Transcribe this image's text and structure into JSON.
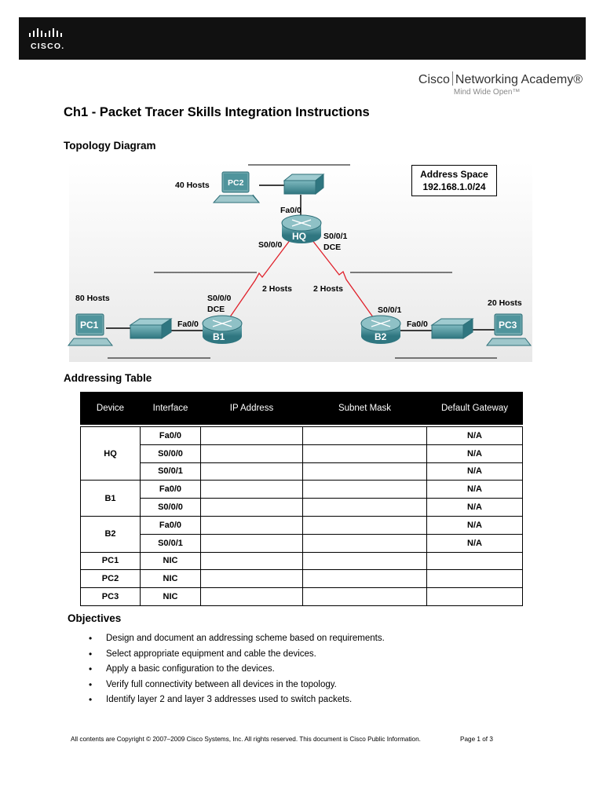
{
  "header": {
    "brand_word": "CISCO.",
    "academy_name_left": "Cisco",
    "academy_name_right": "Networking Academy®",
    "academy_tagline": "Mind Wide Open™"
  },
  "title": "Ch1 - Packet Tracer Skills Integration Instructions",
  "topology": {
    "heading": "Topology Diagram",
    "address_space_label": "Address Space",
    "address_space_value": "192.168.1.0/24",
    "labels": {
      "hosts_pc2": "40 Hosts",
      "hosts_pc1": "80 Hosts",
      "hosts_pc3": "20 Hosts",
      "hosts_link_left": "2 Hosts",
      "hosts_link_right": "2 Hosts",
      "pc1": "PC1",
      "pc2": "PC2",
      "pc3": "PC3",
      "hq": "HQ",
      "b1": "B1",
      "b2": "B2",
      "hq_fa": "Fa0/0",
      "hq_s000": "S0/0/0",
      "hq_s001": "S0/0/1",
      "hq_dce": "DCE",
      "b1_s000": "S0/0/0",
      "b1_dce": "DCE",
      "b1_fa": "Fa0/0",
      "b2_s001": "S0/0/1",
      "b2_fa": "Fa0/0"
    },
    "colors": {
      "serial_link": "#e0202a",
      "device_teal": "#3f8a93"
    }
  },
  "addressing": {
    "heading": "Addressing Table",
    "columns": [
      "Device",
      "Interface",
      "IP Address",
      "Subnet Mask",
      "Default Gateway"
    ],
    "devices": [
      {
        "device": "HQ",
        "rows": [
          {
            "interface": "Fa0/0",
            "gateway": "N/A"
          },
          {
            "interface": "S0/0/0",
            "gateway": "N/A"
          },
          {
            "interface": "S0/0/1",
            "gateway": "N/A"
          }
        ]
      },
      {
        "device": "B1",
        "rows": [
          {
            "interface": "Fa0/0",
            "gateway": "N/A"
          },
          {
            "interface": "S0/0/0",
            "gateway": "N/A"
          }
        ]
      },
      {
        "device": "B2",
        "rows": [
          {
            "interface": "Fa0/0",
            "gateway": "N/A"
          },
          {
            "interface": "S0/0/1",
            "gateway": "N/A"
          }
        ]
      },
      {
        "device": "PC1",
        "rows": [
          {
            "interface": "NIC",
            "gateway": ""
          }
        ]
      },
      {
        "device": "PC2",
        "rows": [
          {
            "interface": "NIC",
            "gateway": ""
          }
        ]
      },
      {
        "device": "PC3",
        "rows": [
          {
            "interface": "NIC",
            "gateway": ""
          }
        ]
      }
    ]
  },
  "objectives": {
    "heading": "Objectives",
    "items": [
      "Design and document an addressing scheme based on requirements.",
      "Select appropriate equipment and cable the devices.",
      "Apply a basic configuration to the devices.",
      "Verify full connectivity between all devices in the topology.",
      "Identify layer 2 and layer 3 addresses used to switch packets."
    ]
  },
  "footer": {
    "copyright": "All contents are Copyright © 2007–2009 Cisco Systems, Inc. All rights reserved. This document is Cisco Public Information.",
    "page": "Page 1 of 3"
  }
}
